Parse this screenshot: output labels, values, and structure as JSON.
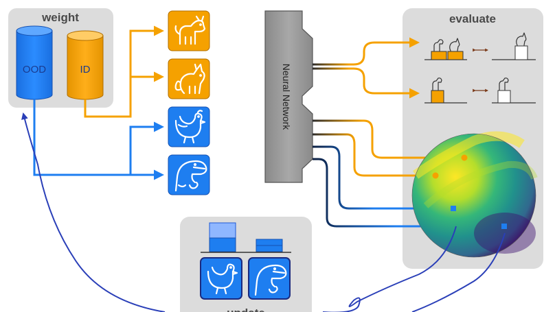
{
  "panels": {
    "weight_title": "weight",
    "evaluate_title": "evaluate",
    "bottom_title": "update"
  },
  "databases": {
    "ood_label": "OOD",
    "id_label": "ID"
  },
  "network": {
    "label": "Neural Network"
  },
  "inputs": [
    {
      "kind": "dog",
      "group": "id"
    },
    {
      "kind": "cat",
      "group": "id"
    },
    {
      "kind": "rooster",
      "group": "ood"
    },
    {
      "kind": "dinosaur",
      "group": "ood"
    }
  ],
  "colors": {
    "id": "#f5a100",
    "ood": "#1e7ef0",
    "panel": "#dcdcdc",
    "feedback": "#2a3fb8"
  },
  "icons": [
    "dog-icon",
    "cat-icon",
    "rooster-icon",
    "dinosaur-icon",
    "database-icon",
    "sphere-icon"
  ]
}
